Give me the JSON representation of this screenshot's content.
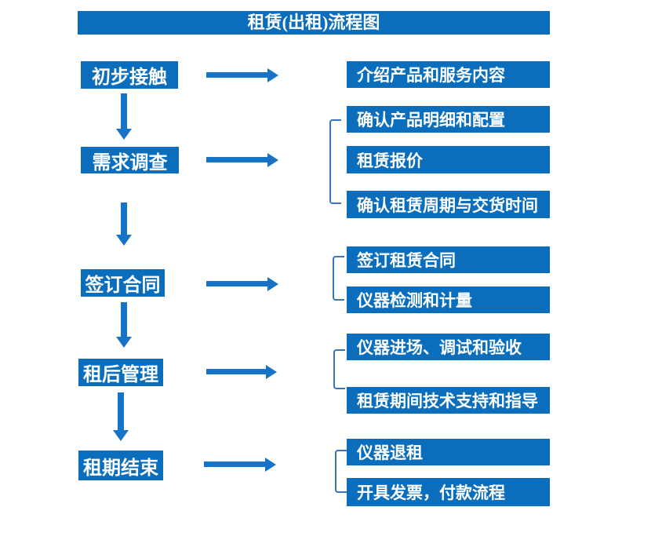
{
  "title": "租赁(出租)流程图",
  "colors": {
    "box": "#0a6ebd",
    "arrow": "#1673c6",
    "bracket": "#3577b8",
    "text": "#ffffff",
    "background": "#ffffff"
  },
  "stages": [
    {
      "label": "初步接触",
      "outputs": [
        "介绍产品和服务内容"
      ]
    },
    {
      "label": "需求调查",
      "outputs": [
        "确认产品明细和配置",
        "租赁报价",
        "确认租赁周期与交货时间"
      ]
    },
    {
      "label": "签订合同",
      "outputs": [
        "签订租赁合同",
        "仪器检测和计量"
      ]
    },
    {
      "label": "租后管理",
      "outputs": [
        "仪器进场、调试和验收",
        "租赁期间技术支持和指导"
      ]
    },
    {
      "label": "租期结束",
      "outputs": [
        "仪器退租",
        "开具发票，付款流程"
      ]
    }
  ]
}
